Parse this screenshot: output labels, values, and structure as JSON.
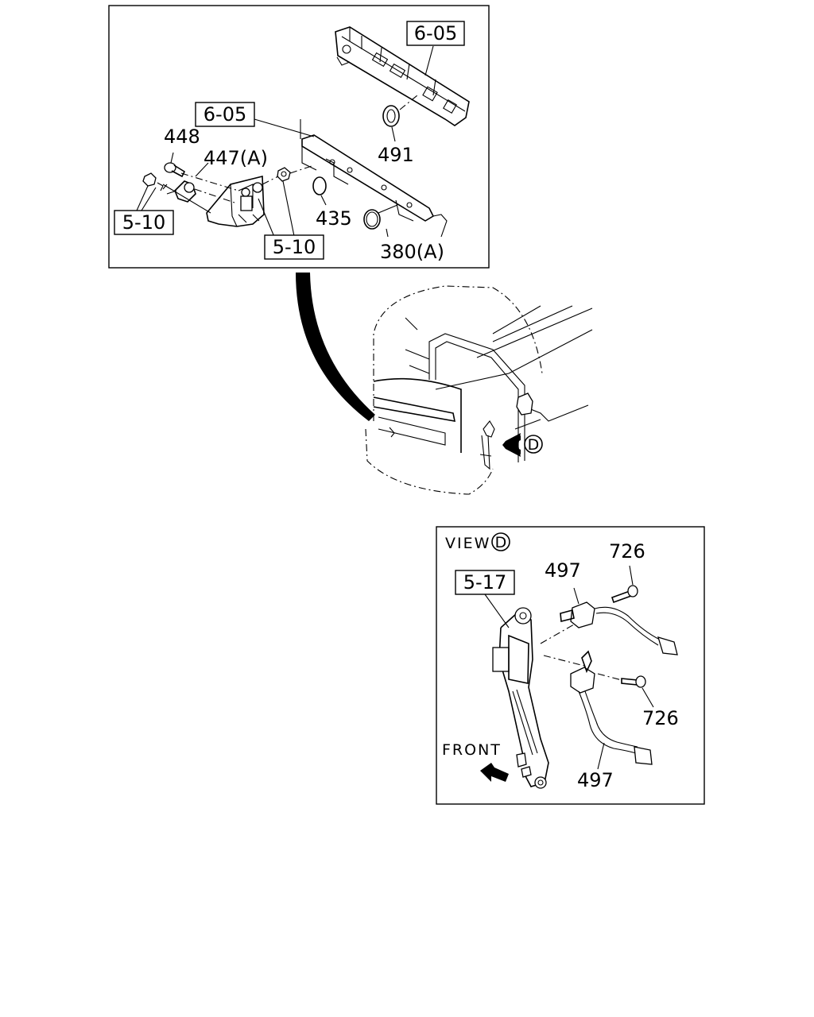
{
  "top_panel": {
    "ref_605_upper": "6-05",
    "ref_605_left": "6-05",
    "ref_510_left": "5-10",
    "ref_510_center": "5-10",
    "part_448": "448",
    "part_447a": "447(A)",
    "part_491": "491",
    "part_435": "435",
    "part_380a": "380(A)"
  },
  "view_marker": "D",
  "view_panel": {
    "view_title": "VIEW",
    "view_letter": "D",
    "ref_517": "5-17",
    "part_497_top": "497",
    "part_726_top": "726",
    "part_726_bottom": "726",
    "part_497_bottom": "497",
    "front_label": "FRONT"
  }
}
